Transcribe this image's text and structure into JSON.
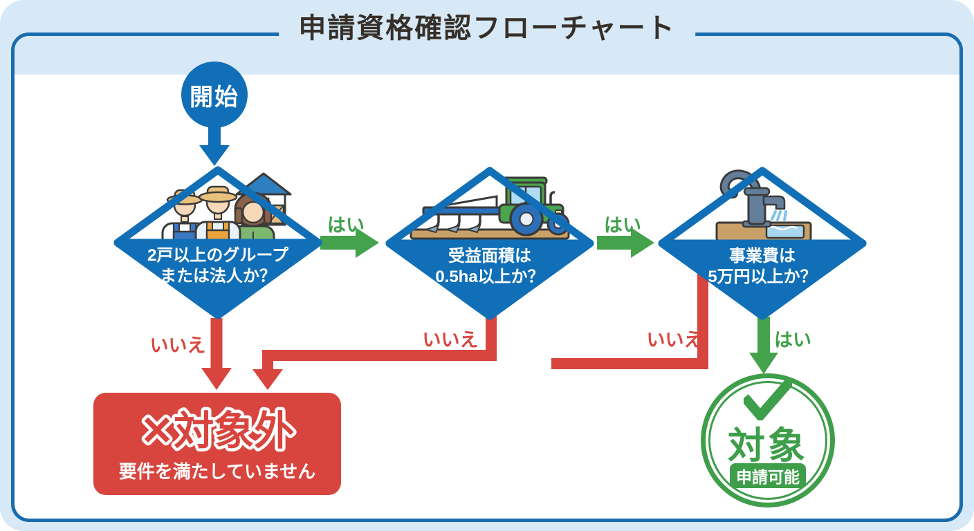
{
  "title": "申請資格確認フローチャート",
  "colors": {
    "background_light_blue": "#d7e9f6",
    "panel_border_blue": "#1b6cad",
    "node_blue": "#106fb6",
    "yes_green": "#3da04a",
    "no_red": "#d8453e",
    "stamp_green": "#3f9e4a",
    "fail_red": "#d8453e",
    "title_text": "#362f29"
  },
  "flow": {
    "start": {
      "label": "開始"
    },
    "decisions": [
      {
        "icon": "farmers-barn-icon",
        "line1": "2戸以上のグループ",
        "line2": "または法人か？"
      },
      {
        "icon": "tractor-icon",
        "line1": "受益面積は",
        "line2": "0.5ha以上か？"
      },
      {
        "icon": "water-pump-icon",
        "line1": "事業費は",
        "line2": "5万円以上か？"
      }
    ],
    "labels": {
      "yes": "はい",
      "no": "いいえ"
    },
    "fail": {
      "heading": "✕対象外",
      "detail": "要件を満たしていません"
    },
    "pass": {
      "heading": "対象",
      "sub": "申請可能",
      "check_icon": "checkmark-icon"
    }
  }
}
